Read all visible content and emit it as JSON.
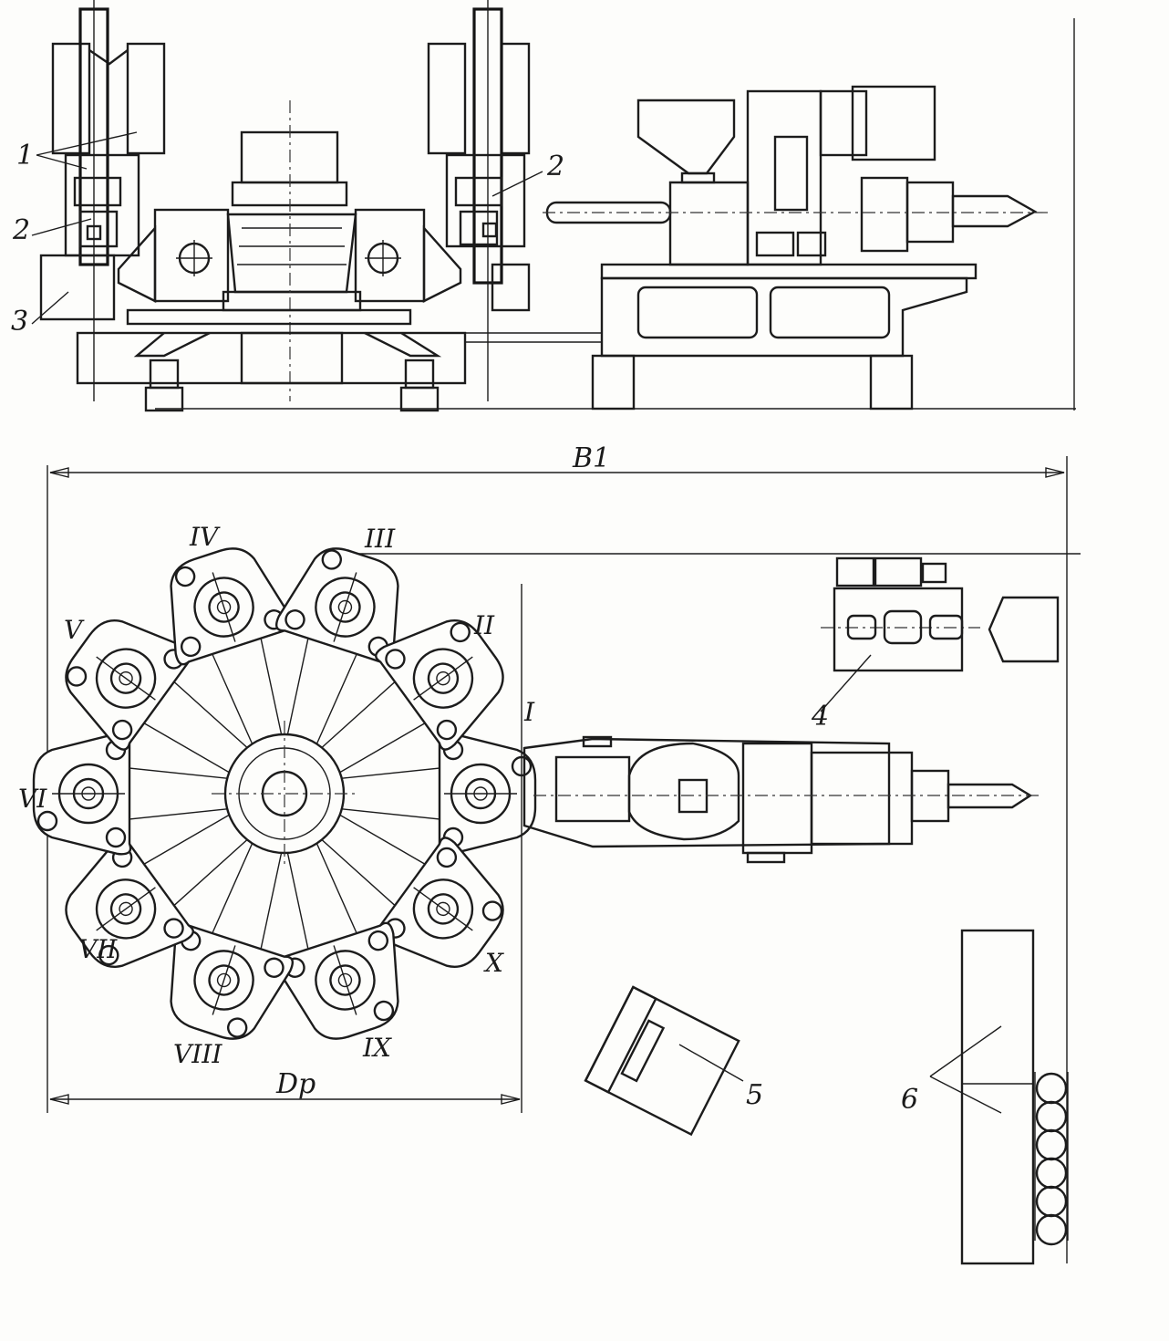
{
  "labels": {
    "side_view": {
      "callout_1": "1",
      "callout_2_left": "2",
      "callout_2_right": "2",
      "callout_3": "3"
    },
    "plan_view": {
      "overall_width": "B1",
      "rotor_diameter": "Dp",
      "callout_4": "4",
      "callout_5": "5",
      "callout_6": "6"
    },
    "stations": [
      "I",
      "II",
      "III",
      "IV",
      "V",
      "VI",
      "VII",
      "VIII",
      "IX",
      "X"
    ]
  },
  "colors": {
    "ink": "#1c1c1c",
    "paper": "#fdfdfb"
  }
}
